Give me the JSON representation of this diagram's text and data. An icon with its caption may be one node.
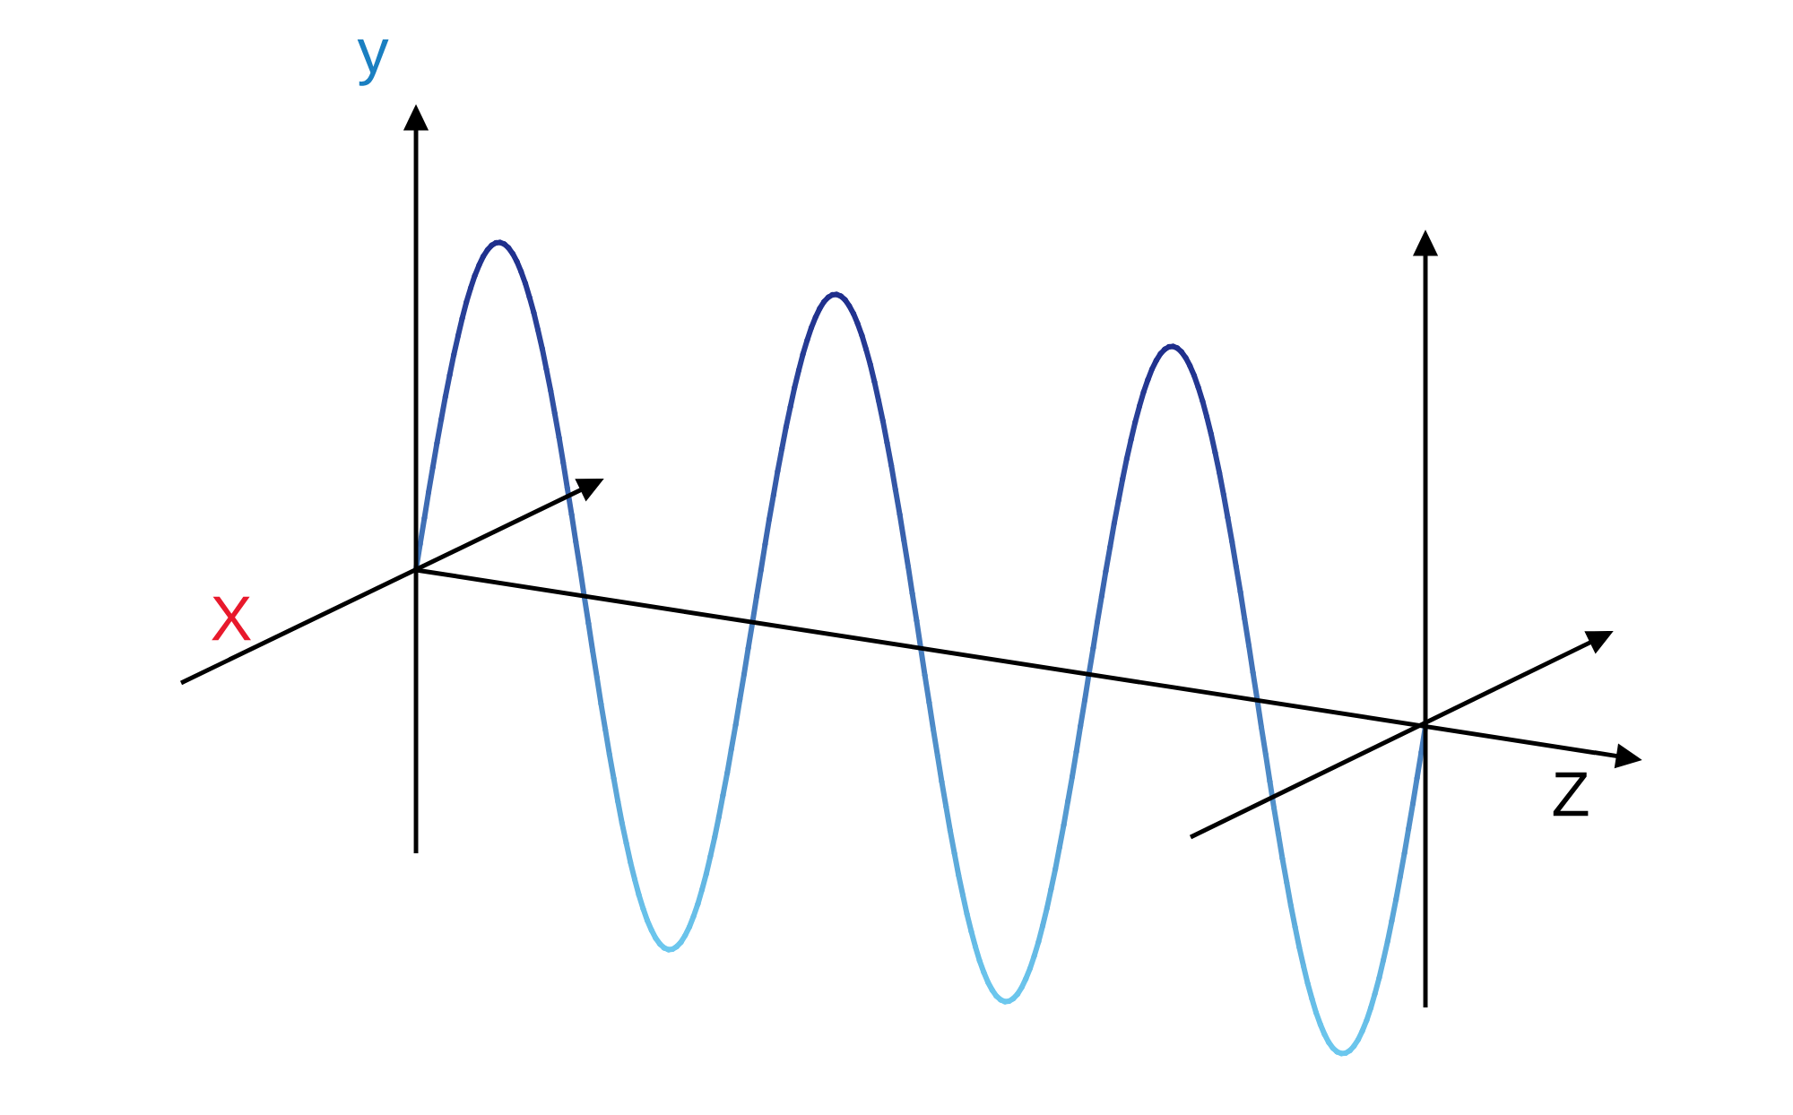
{
  "diagram": {
    "labels": [
      "y",
      "X",
      "Z"
    ]
  }
}
